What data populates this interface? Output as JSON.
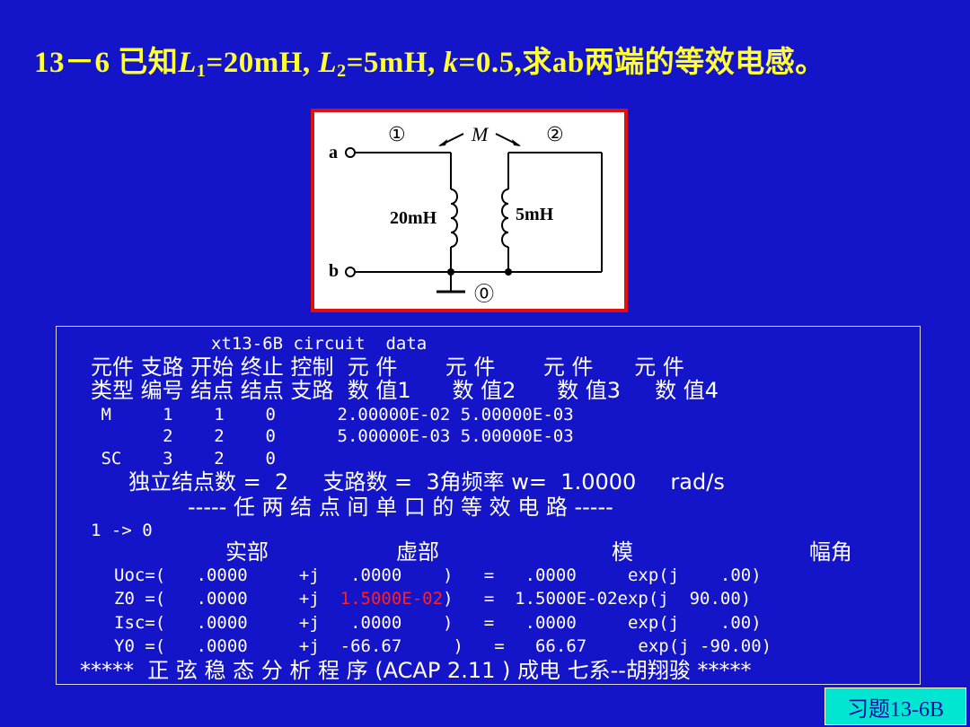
{
  "title": {
    "prefix": "13－6 已知",
    "l1_sym": "L",
    "l1_sub": "1",
    "l1_val": "=20mH, ",
    "l2_sym": "L",
    "l2_sub": "2",
    "l2_val": "=5mH, ",
    "k_sym": "k",
    "k_val": "=0.5,求ab两端的等效电感。"
  },
  "circuit": {
    "node1": "①",
    "node2": "②",
    "node0": "⓪",
    "mutual": "M",
    "term_a": "a",
    "term_b": "b",
    "l1_label": "20mH",
    "l2_label": "5mH"
  },
  "output": {
    "header": "xt13-6B circuit  data",
    "col_row1": "元件 支路 开始 终止 控制  元 件       元 件       元 件      元 件",
    "col_row2": "类型 编号 结点 结点 支路  数 值1      数 值2      数 值3     数 值4",
    "row_m1": " M     1    1    0      2.00000E-02 5.00000E-03",
    "row_m2": "       2    2    0      5.00000E-03 5.00000E-03",
    "row_sc": " SC    3    2    0",
    "stats": "独立结点数 =  2     支路数 =  3角频率 w=  1.0000     rad/s",
    "section": "----- 任 两 结 点 间 单 口 的 等 效 电 路 -----",
    "port": "1 -> 0",
    "col_real": "实部",
    "col_imag": "虚部",
    "col_mag": "模",
    "col_ang": "幅角",
    "uoc_a": "Uoc=(   .0000     +j   .0000    )   =   .0000     exp(j    .00)",
    "z0_a": "Z0 =(   .0000     +j  ",
    "z0_red": "1.5000E-02",
    "z0_b": ")   =  1.5000E-02exp(j  90.00)",
    "isc": "Isc=(   .0000     +j   .0000    )   =   .0000     exp(j    .00)",
    "y0": "Y0 =(   .0000     +j  -66.67     )   =   66.67     exp(j -90.00)",
    "footer": "*****  正 弦 稳 态 分 析 程 序 (ACAP 2.11 ) 成电 七系--胡翔骏 *****"
  },
  "badge": "习题13-6B",
  "colors": {
    "background": "#1414c8",
    "title": "#ffff33",
    "highlight": "#ff2020",
    "badge_bg": "#00e6d0",
    "frame": "#e01010"
  }
}
